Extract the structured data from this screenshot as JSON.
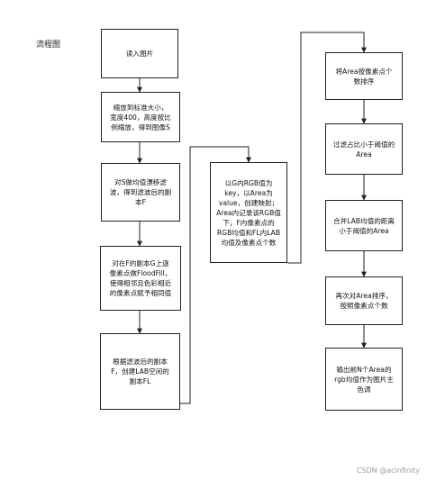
{
  "page_title": "流程图",
  "watermark": "CSDN @acinfinity",
  "nodes": {
    "read_image": "读入图片",
    "scale": "缩放到标准大小，\n宽度400，高度按比\n例缩放，得到图像S",
    "mean_shift": "对S做均值漂移滤\n波，得到滤波后的副\n本F",
    "flood_fill": "对在F的副本G上逐\n像素点做FloodFill，\n使得相邻且色彩相近\n的像素点赋予相同值",
    "lab_copy": "根据滤波后的副本\nF，创建LAB空间的\n副本FL",
    "build_map": "以G内RGB值为\nkey，以Area为\nvalue，创建映射；\nArea内记录该RGB值\n下，F内像素点的\nRGB均值和FL内LAB\n均值及像素点个数",
    "sort_area": "将Area按像素点个\n数排序",
    "filter_area": "过滤占比小于阈值的\nArea",
    "merge_area": "合并LAB均值的距离\n小于阈值的Area",
    "resort_area": "再次对Area排序，\n按照像素点个数",
    "output": "输出前N个Area的\nrgb均值作为图片主\n色调"
  }
}
